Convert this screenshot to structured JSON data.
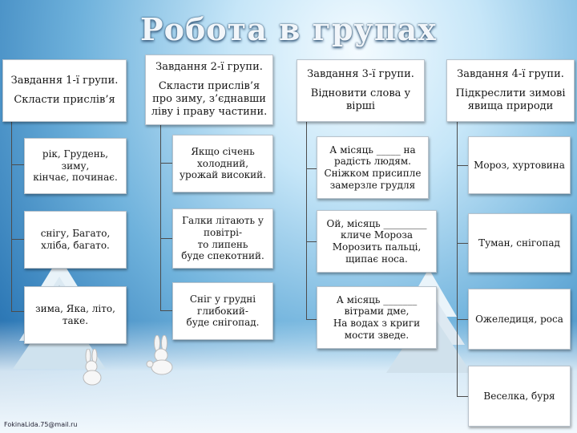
{
  "title": "Робота в групах",
  "credit": "FokinaLida.75@mail.ru",
  "groups": [
    {
      "heading": "Завдання 1-ї групи.",
      "task": "Скласти прислів’я",
      "items": [
        [
          "рік, Грудень, зиму,",
          "кінчає, починає."
        ],
        [
          "снігу, Багато,",
          "хліба, багато."
        ],
        [
          "зима, Яка, літо,",
          "таке."
        ]
      ]
    },
    {
      "heading": "Завдання 2-ї групи.",
      "task_lines": [
        "Скласти прислів’я",
        "про зиму, з’єднавши",
        "ліву і праву частини."
      ],
      "items": [
        [
          "Якщо січень",
          "холодний,",
          "урожай високий."
        ],
        [
          "Галки літають у",
          "повітрі-",
          "то липень",
          "буде спекотний."
        ],
        [
          "Сніг у грудні",
          "глибокий-",
          "буде снігопад."
        ]
      ]
    },
    {
      "heading": "Завдання 3-ї групи.",
      "task_lines": [
        "Відновити слова у",
        "вірші"
      ],
      "items": [
        [
          "А місяць _____ на",
          "радість людям.",
          "Сніжком присипле",
          "замерзле грудля"
        ],
        [
          "Ой, місяць _________",
          "кличе Мороза",
          "Морозить пальці,",
          "щипає носа."
        ],
        [
          "А місяць _______",
          "вітрами дме,",
          "На водах з криги",
          "мости зведе."
        ]
      ]
    },
    {
      "heading": "Завдання 4-ї групи.",
      "task_lines": [
        "Підкреслити зимові",
        "явища природи"
      ],
      "items": [
        [
          "Мороз, хуртовина"
        ],
        [
          "Туман, снігопад"
        ],
        [
          "Ожеледиця, роса"
        ],
        [
          "Веселка, буря"
        ]
      ]
    }
  ]
}
